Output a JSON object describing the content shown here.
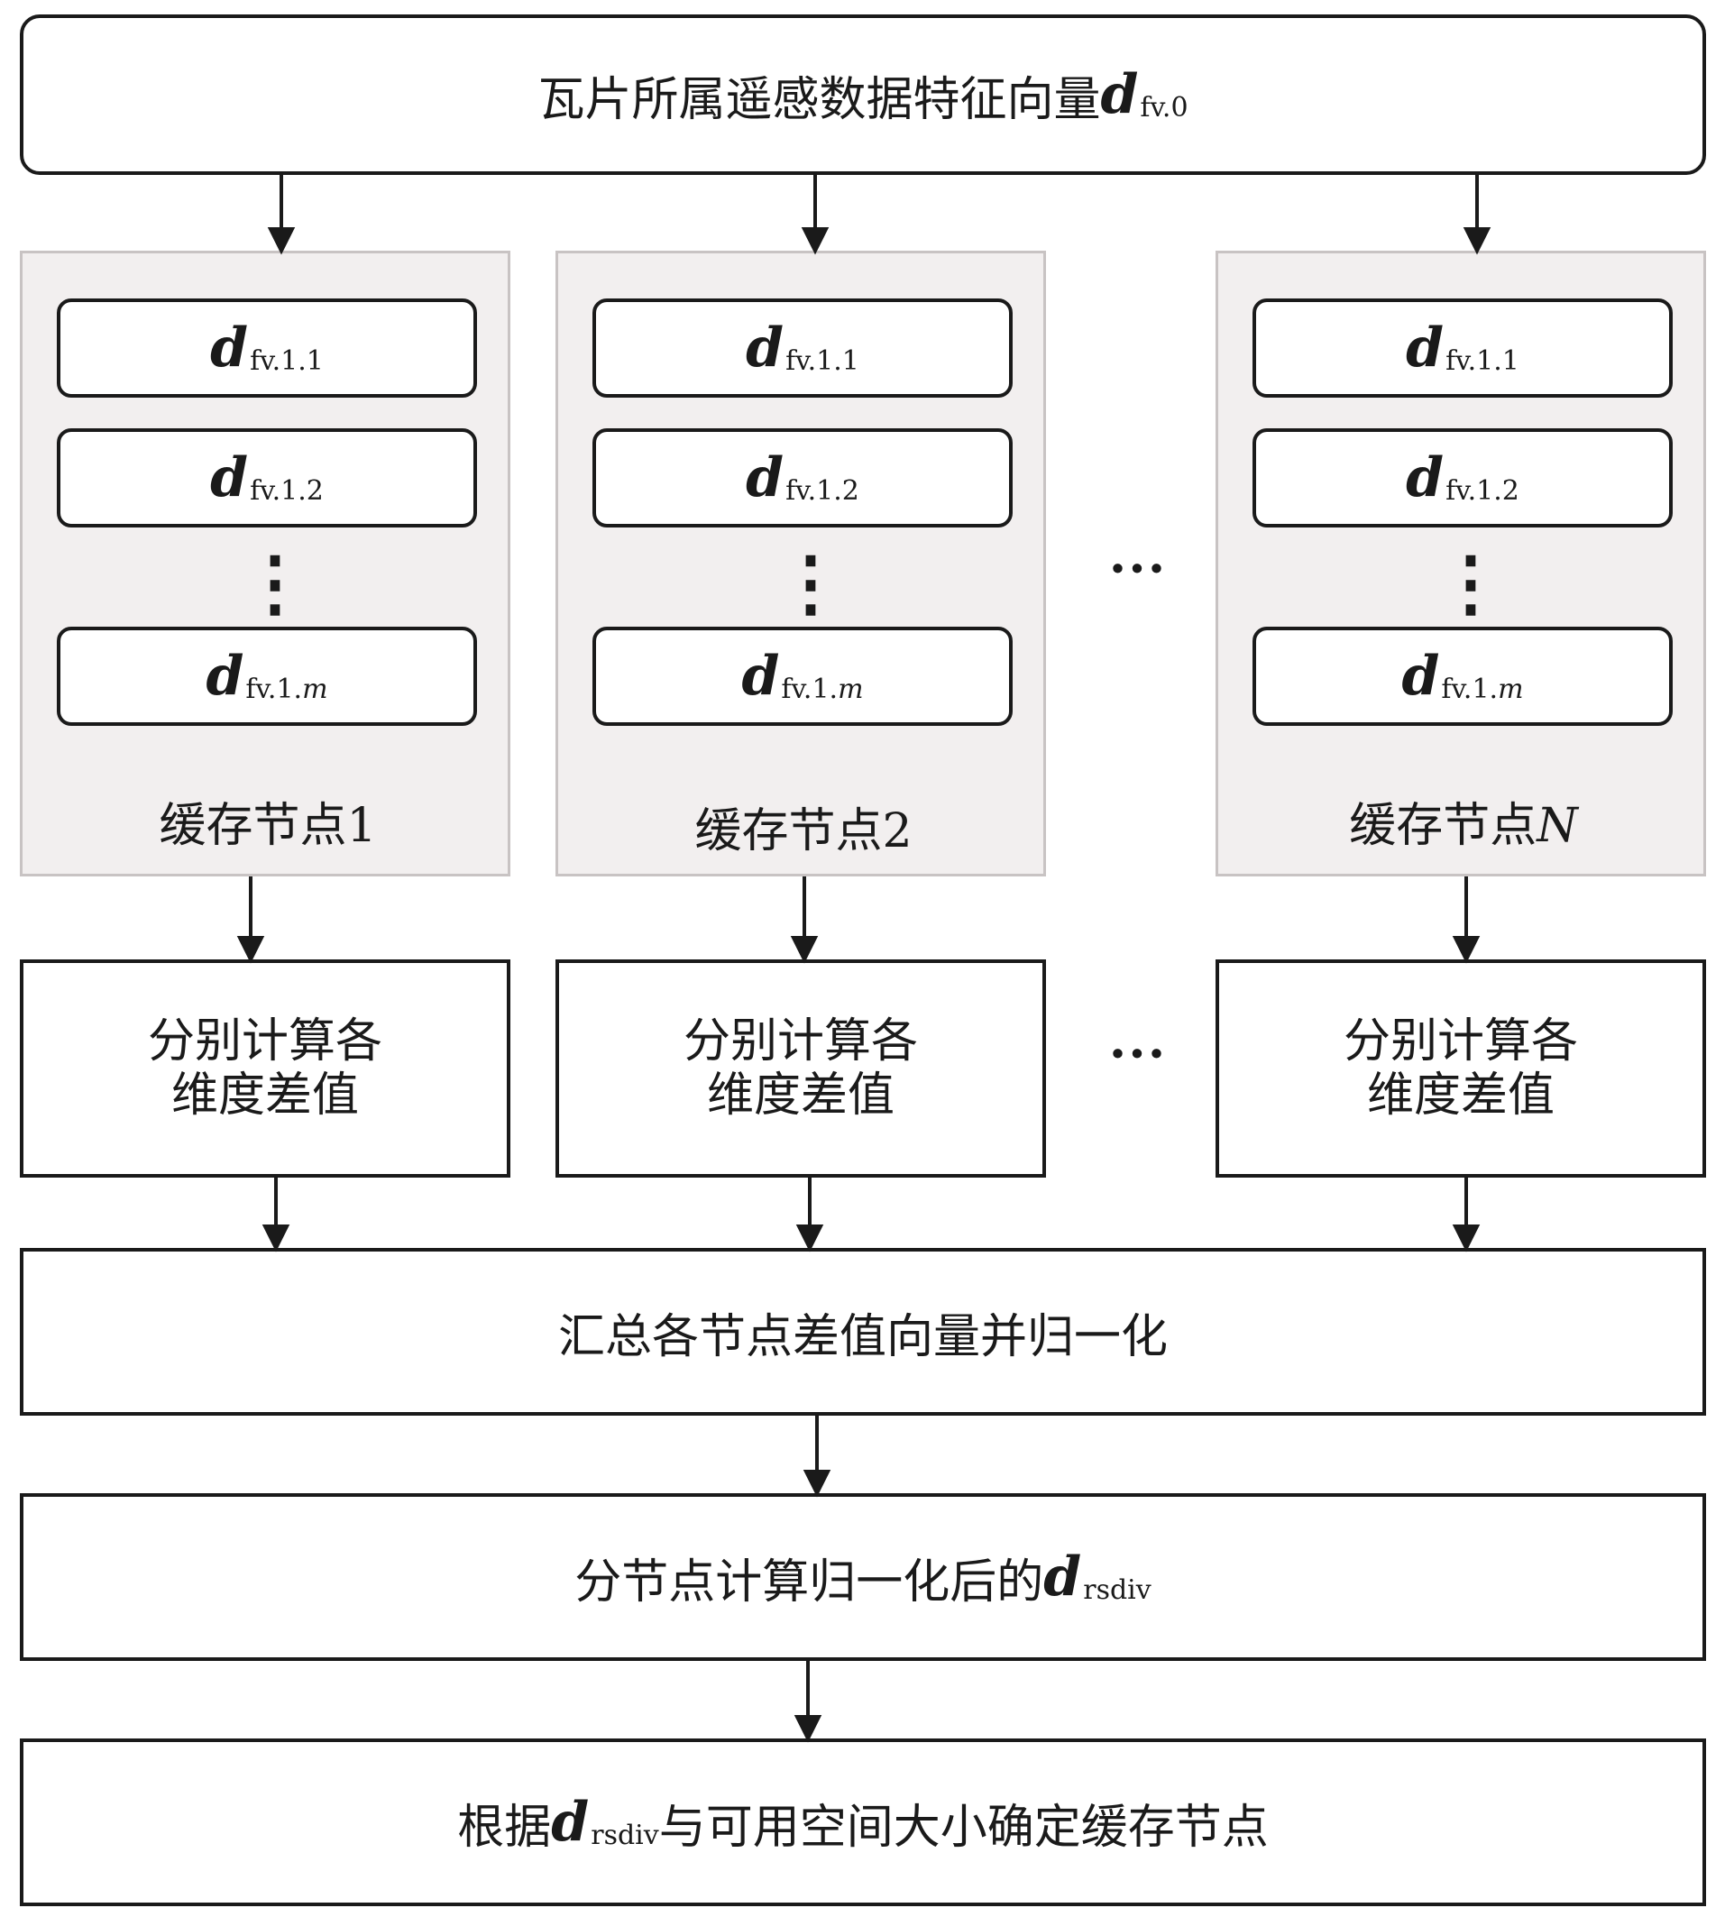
{
  "top_box": {
    "text": "瓦片所属遥感数据特征向量",
    "var": "d",
    "sub": "fv.0"
  },
  "nodes": [
    {
      "label": "缓存节点1",
      "vectors": [
        {
          "var": "d",
          "sub": "fv.1.1"
        },
        {
          "var": "d",
          "sub": "fv.1.2"
        },
        {
          "var": "d",
          "sub_prefix": "fv.1.",
          "sub_italic": "m"
        }
      ],
      "vdots": "⋮",
      "calc_line1": "分别计算各",
      "calc_line2": "维度差值"
    },
    {
      "label": "缓存节点2",
      "vectors": [
        {
          "var": "d",
          "sub": "fv.1.1"
        },
        {
          "var": "d",
          "sub": "fv.1.2"
        },
        {
          "var": "d",
          "sub_prefix": "fv.1.",
          "sub_italic": "m"
        }
      ],
      "vdots": "⋮",
      "calc_line1": "分别计算各",
      "calc_line2": "维度差值"
    },
    {
      "label_prefix": "缓存节点",
      "label_italic": "N",
      "vectors": [
        {
          "var": "d",
          "sub": "fv.1.1"
        },
        {
          "var": "d",
          "sub": "fv.1.2"
        },
        {
          "var": "d",
          "sub_prefix": "fv.1.",
          "sub_italic": "m"
        }
      ],
      "vdots": "⋮",
      "calc_line1": "分别计算各",
      "calc_line2": "维度差值"
    }
  ],
  "ellipsis": "···",
  "aggregate_box": {
    "text": "汇总各节点差值向量并归一化"
  },
  "normalize_box": {
    "text": "分节点计算归一化后的",
    "var": "d",
    "sub": "rsdiv"
  },
  "decide_box": {
    "text_before": "根据",
    "var": "d",
    "sub": "rsdiv",
    "text_after": "与可用空间大小确定缓存节点"
  }
}
